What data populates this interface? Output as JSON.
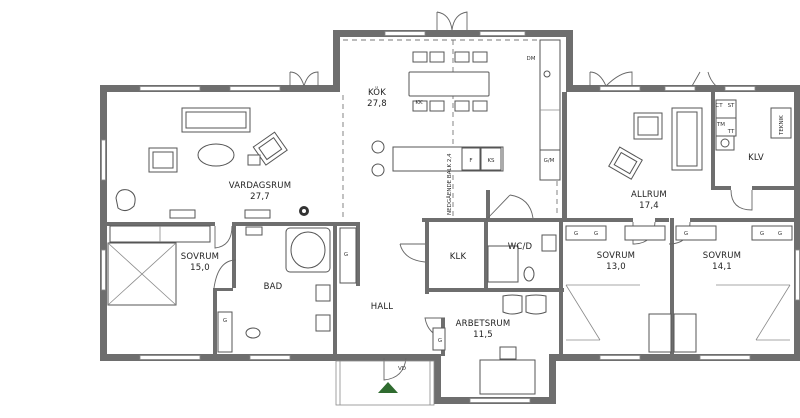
{
  "rooms": {
    "kok": {
      "name": "KÖK",
      "area": "27,8"
    },
    "vardagsrum": {
      "name": "VARDAGSRUM",
      "area": "27,7"
    },
    "allrum": {
      "name": "ALLRUM",
      "area": "17,4"
    },
    "klv": {
      "name": "KLV"
    },
    "sovrum1": {
      "name": "SOVRUM",
      "area": "15,0"
    },
    "bad": {
      "name": "BAD"
    },
    "klk": {
      "name": "KLK"
    },
    "wcd": {
      "name": "WC/D"
    },
    "sovrum2": {
      "name": "SOVRUM",
      "area": "13,0"
    },
    "sovrum3": {
      "name": "SOVRUM",
      "area": "14,1"
    },
    "hall": {
      "name": "HALL"
    },
    "arbetsrum": {
      "name": "ARBETSRUM",
      "area": "11,5"
    }
  },
  "fixtures": {
    "dm": "DM",
    "f": "F",
    "ks": "KS",
    "gm": "G/M",
    "kk": "KK",
    "ct": "CT",
    "st": "ST",
    "tm": "TM",
    "tt": "TT",
    "teknik": "TEKNIK",
    "g": "G",
    "vd": "VD",
    "beam": "NEDGÅENDE BALK 2,4"
  }
}
